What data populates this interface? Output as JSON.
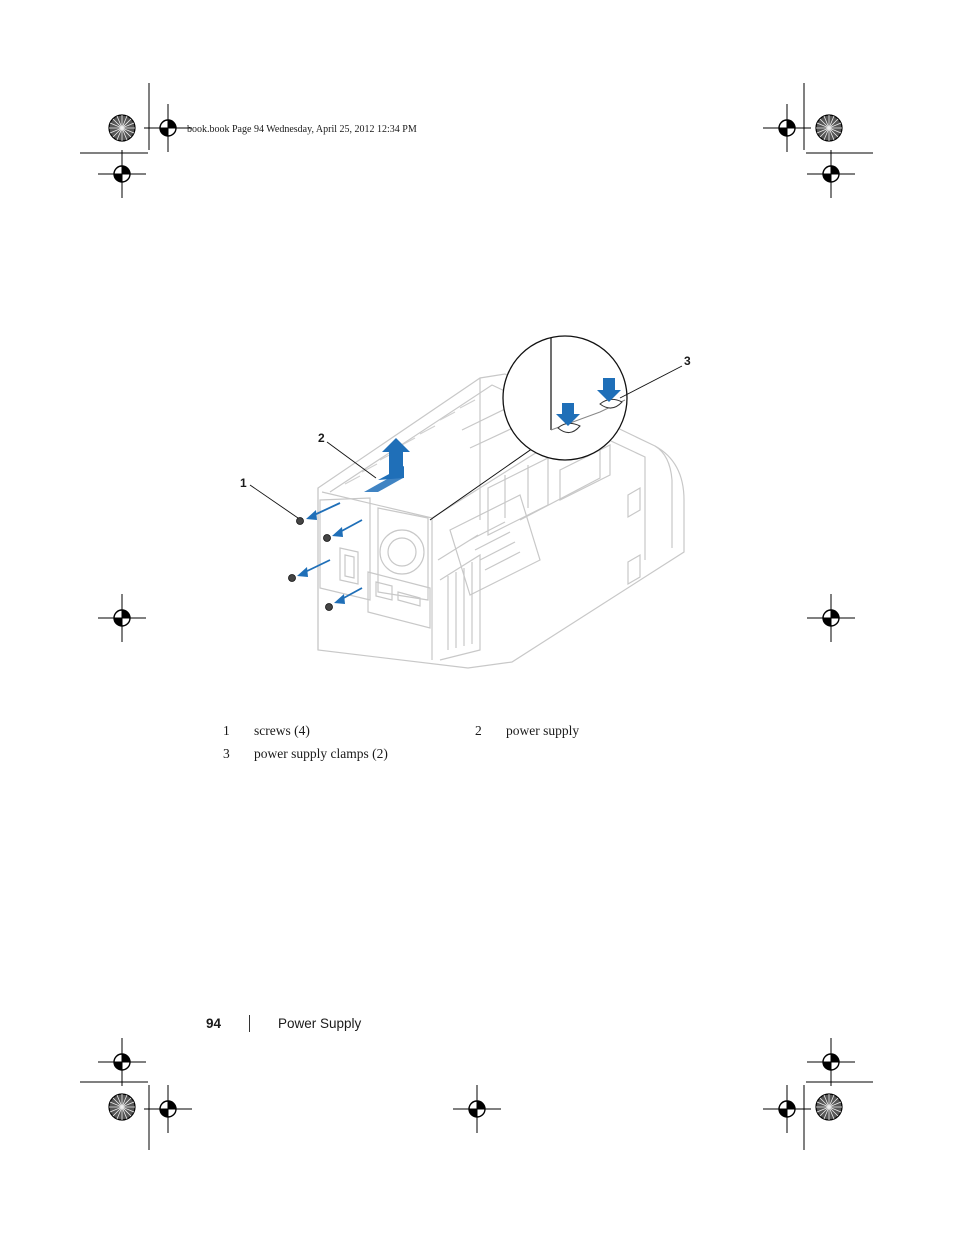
{
  "header": {
    "stamp": "book.book  Page 94  Wednesday, April 25, 2012  12:34 PM"
  },
  "figure": {
    "callouts": [
      "1",
      "2",
      "3"
    ]
  },
  "legend": {
    "items": [
      {
        "num": "1",
        "label": "screws (4)"
      },
      {
        "num": "2",
        "label": "power supply"
      },
      {
        "num": "3",
        "label": "power supply clamps (2)"
      }
    ]
  },
  "footer": {
    "page_number": "94",
    "section_title": "Power Supply"
  },
  "colors": {
    "arrow_blue": "#1f6fb8",
    "line_gray": "#c8c8c8",
    "ink": "#1a1a1a"
  }
}
